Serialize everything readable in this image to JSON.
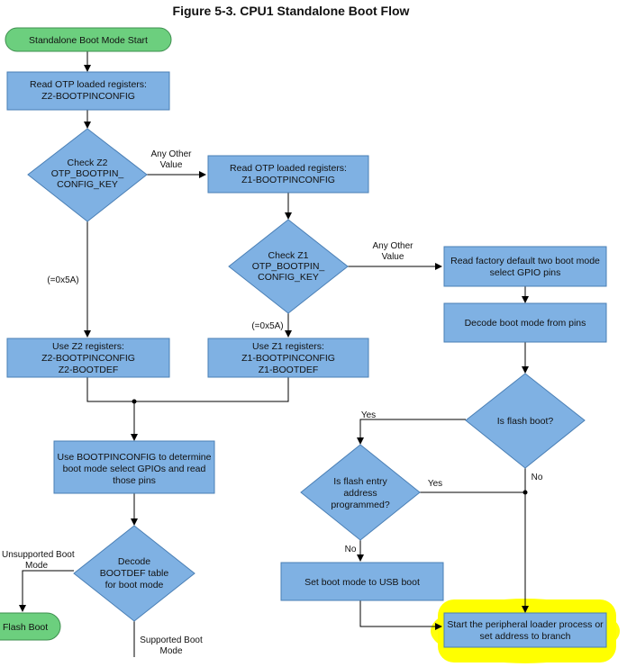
{
  "figure_title": "Figure 5-3. CPU1 Standalone Boot Flow",
  "colors": {
    "process_fill": "#7fb1e3",
    "process_stroke": "#4a7fb5",
    "terminal_fill": "#6ccf7e",
    "terminal_stroke": "#3e8f4f",
    "highlight": "#ffff00",
    "line": "#000000"
  },
  "nodes": {
    "start": "Standalone Boot Mode Start",
    "read_z2": [
      "Read OTP loaded registers:",
      "Z2-BOOTPINCONFIG"
    ],
    "check_z2": [
      "Check Z2",
      "OTP_BOOTPIN_",
      "CONFIG_KEY"
    ],
    "read_z1": [
      "Read OTP loaded registers:",
      "Z1-BOOTPINCONFIG"
    ],
    "check_z1": [
      "Check Z1",
      "OTP_BOOTPIN_",
      "CONFIG_KEY"
    ],
    "read_factory": [
      "Read factory default two boot mode",
      "select GPIO pins"
    ],
    "decode_pins": "Decode boot mode from pins",
    "use_z2": [
      "Use Z2 registers:",
      "Z2-BOOTPINCONFIG",
      "Z2-BOOTDEF"
    ],
    "use_z1": [
      "Use Z1 registers:",
      "Z1-BOOTPINCONFIG",
      "Z1-BOOTDEF"
    ],
    "is_flash_boot": "Is flash boot?",
    "use_bootpinconfig": [
      "Use BOOTPINCONFIG to determine",
      "boot mode select GPIOs and read",
      "those pins"
    ],
    "is_flash_entry": [
      "Is flash entry",
      "address",
      "programmed?"
    ],
    "decode_bootdef": [
      "Decode",
      "BOOTDEF table",
      "for boot mode"
    ],
    "set_usb": "Set boot mode to USB boot",
    "flash_boot": "Flash Boot",
    "start_loader": [
      "Start the peripheral loader process or",
      "set address to branch"
    ]
  },
  "edge_labels": {
    "any_other_z2": [
      "Any Other",
      "Value"
    ],
    "eq5a_z2": "(=0x5A)",
    "any_other_z1": [
      "Any Other",
      "Value"
    ],
    "eq5a_z1": "(=0x5A)",
    "yes_flash": "Yes",
    "no_flash": "No",
    "yes_entry": "Yes",
    "no_entry": "No",
    "unsupported": [
      "Unsupported Boot",
      "Mode"
    ],
    "supported": [
      "Supported Boot",
      "Mode"
    ]
  }
}
